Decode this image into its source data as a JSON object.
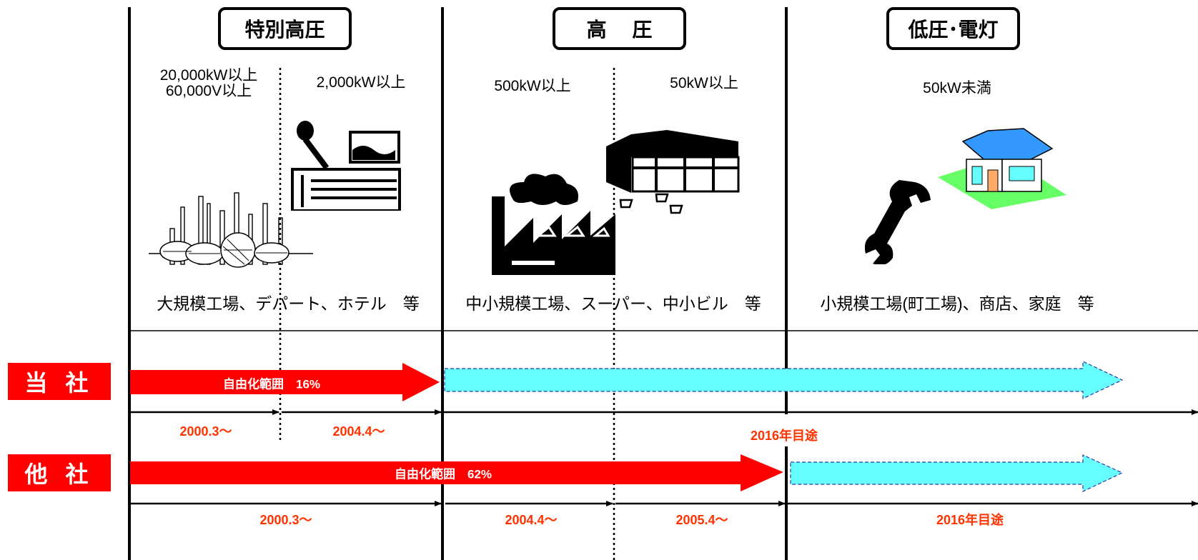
{
  "headers": {
    "extra_high": "特別高圧",
    "high": "高　 圧",
    "low": "低圧･電灯"
  },
  "thresholds": {
    "t1_line1": "20,000kW以上",
    "t1_line2": "60,000V以上",
    "t2": "2,000kW以上",
    "t3": "500kW以上",
    "t4": "50kW以上",
    "t5": "50kW未満"
  },
  "segments": {
    "extra_high": "大規模工場、デパート、ホテル　等",
    "high": "中小規模工場、スーパー、中小ビル　等",
    "low": "小規模工場(町工場)、商店、家庭　等"
  },
  "rows": {
    "ours": {
      "label": "当 社",
      "range_label": "自由化範囲　16%",
      "liberalized_share_pct": 16,
      "dates": [
        "2000.3～",
        "2004.4～",
        "2016年目途"
      ]
    },
    "others": {
      "label": "他 社",
      "range_label": "自由化範囲　62%",
      "liberalized_share_pct": 62,
      "dates": [
        "2000.3～",
        "2004.4～",
        "2005.4～",
        "2016年目途"
      ]
    }
  },
  "colors": {
    "liberalized": "#ff0000",
    "planned": "#66ffff",
    "date_text": "#ff3300"
  },
  "icons": [
    "refinery-icon",
    "department-store-icon",
    "factory-icon",
    "supermarket-icon",
    "wrench-icon",
    "house-icon"
  ]
}
